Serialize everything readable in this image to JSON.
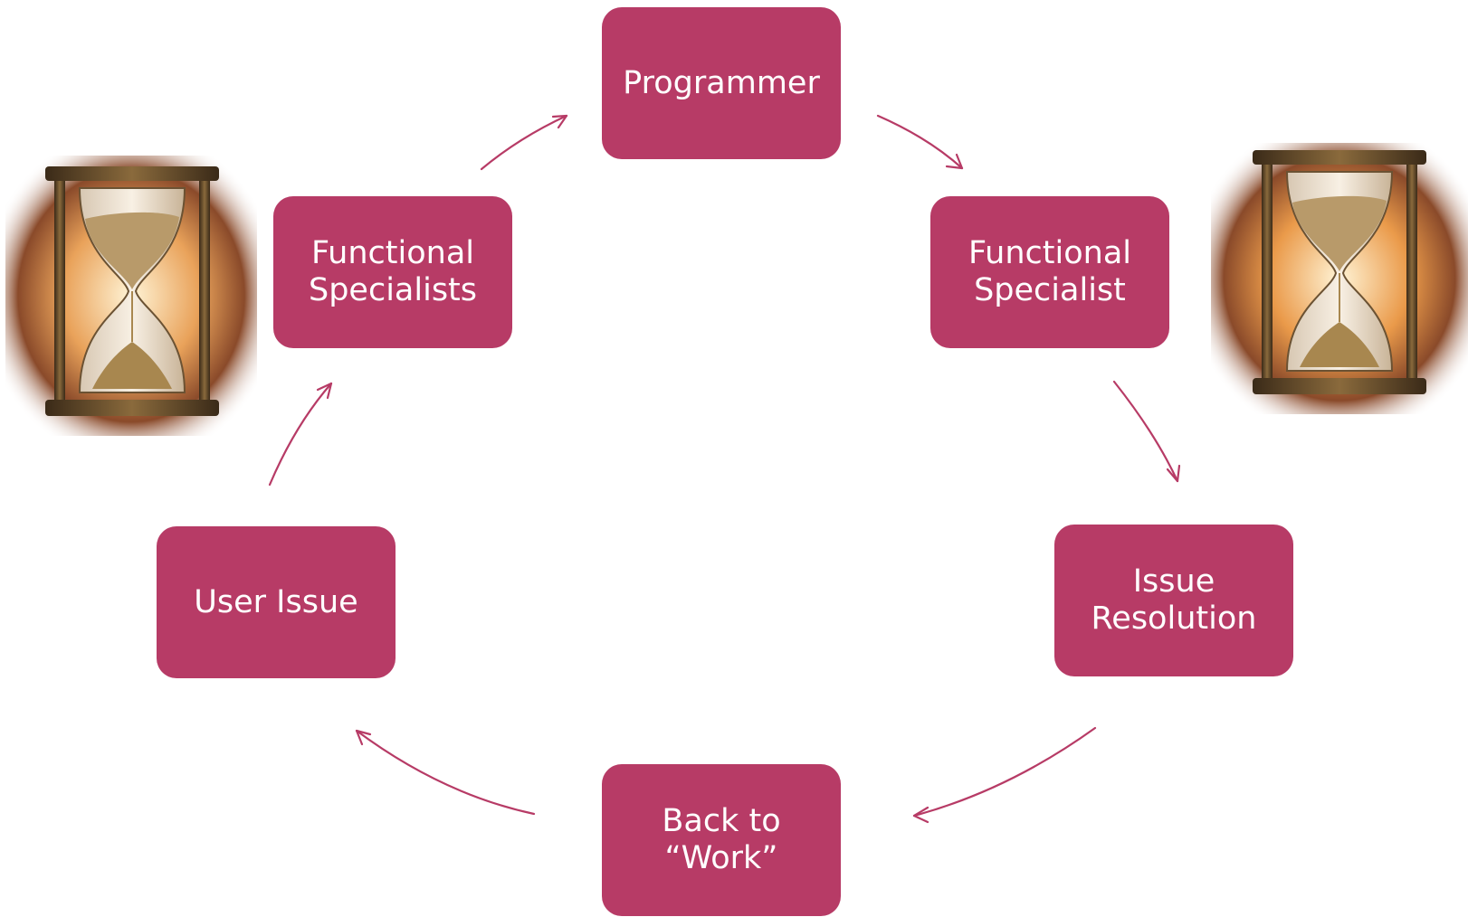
{
  "diagram": {
    "nodes": [
      {
        "id": "programmer",
        "label": "Programmer"
      },
      {
        "id": "functional-specialist",
        "label": "Functional\nSpecialist"
      },
      {
        "id": "issue-resolution",
        "label": "Issue\nResolution"
      },
      {
        "id": "back-to-work",
        "label": "Back to\n“Work”"
      },
      {
        "id": "user-issue",
        "label": "User Issue"
      },
      {
        "id": "functional-specialists",
        "label": "Functional\nSpecialists"
      }
    ],
    "edges": [
      {
        "from": "programmer",
        "to": "functional-specialist"
      },
      {
        "from": "functional-specialist",
        "to": "issue-resolution"
      },
      {
        "from": "issue-resolution",
        "to": "back-to-work"
      },
      {
        "from": "back-to-work",
        "to": "user-issue"
      },
      {
        "from": "user-issue",
        "to": "functional-specialists"
      },
      {
        "from": "functional-specialists",
        "to": "programmer"
      }
    ],
    "node_color": "#b73b66",
    "text_color": "#ffffff",
    "images": [
      {
        "icon": "hourglass-icon",
        "side": "left"
      },
      {
        "icon": "hourglass-icon",
        "side": "right"
      }
    ]
  }
}
